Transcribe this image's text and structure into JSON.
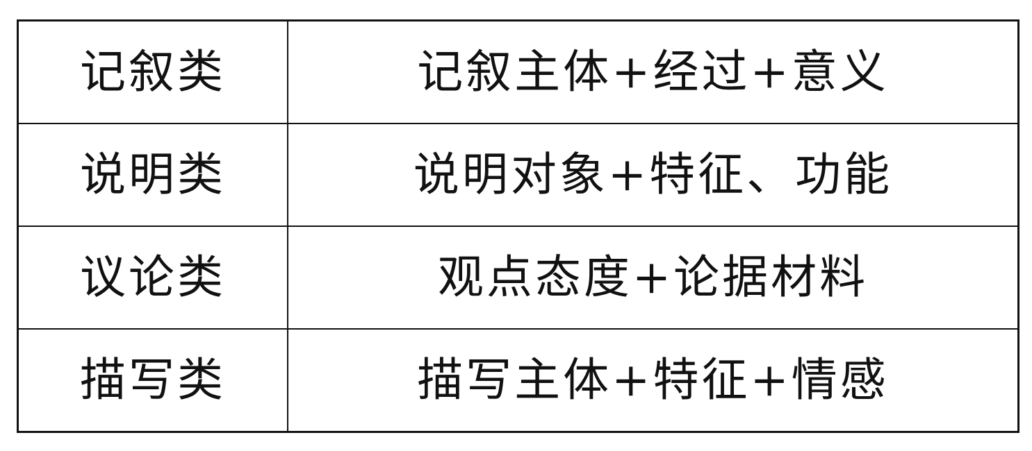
{
  "table": {
    "rows": [
      {
        "category": "记叙类",
        "formula": "记叙主体+经过+意义"
      },
      {
        "category": "说明类",
        "formula": "说明对象+特征、功能"
      },
      {
        "category": "议论类",
        "formula": "观点态度+论据材料"
      },
      {
        "category": "描写类",
        "formula": "描写主体+特征+情感"
      }
    ]
  }
}
